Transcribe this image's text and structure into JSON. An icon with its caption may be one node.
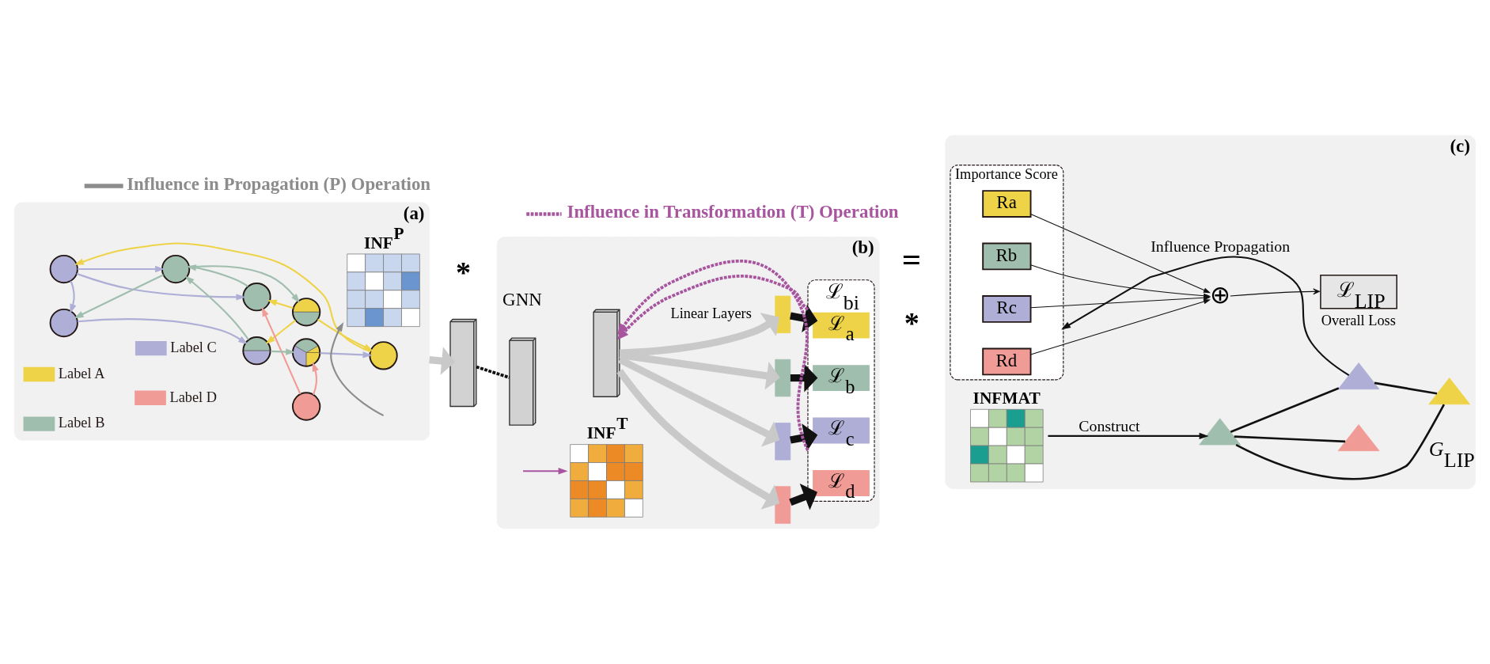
{
  "diagram": {
    "nodes": [
      {
        "text": [
          "(a)"
        ]
      },
      {
        "text": [],
        "shape": "circle",
        "in": 0
      },
      {
        "text": [],
        "shape": "circle",
        "in": 0
      },
      {
        "text": [],
        "shape": "circle",
        "in": 0
      },
      {
        "text": [],
        "shape": "circle",
        "in": 0
      },
      {
        "text": [],
        "shape": "circle",
        "in": 0
      },
      {
        "text": [],
        "shape": "circle",
        "in": 0
      },
      {
        "text": [],
        "shape": "circle",
        "in": 0
      },
      {
        "text": [],
        "shape": "circle",
        "in": 0
      },
      {
        "text": [],
        "shape": "circle",
        "in": 0
      },
      {
        "text": [
          "INF$^{P}$"
        ],
        "in": 0
      },
      {
        "text": [],
        "shape": "box"
      },
      {
        "text": [
          "(b)"
        ]
      },
      {
        "text": [],
        "shape": "box",
        "in": 12
      },
      {
        "text": [],
        "shape": "box",
        "in": 12
      },
      {
        "text": [],
        "shape": "bar",
        "in": 12
      },
      {
        "text": [],
        "shape": "bar",
        "in": 12
      },
      {
        "text": [],
        "shape": "bar",
        "in": 12
      },
      {
        "text": [],
        "shape": "bar",
        "in": 12
      },
      {
        "text": [
          "ℒ$_{bi}$"
        ],
        "in": 12
      },
      {
        "text": [
          "ℒ$_{a}$"
        ],
        "in": 19
      },
      {
        "text": [
          "ℒ$_{b}$"
        ],
        "in": 19
      },
      {
        "text": [
          "ℒ$_{c}$"
        ],
        "in": 19
      },
      {
        "text": [
          "ℒ$_{d}$"
        ],
        "in": 19
      },
      {
        "text": [
          "INF$^{T}$"
        ],
        "in": 12
      },
      {
        "text": [
          "(c)"
        ]
      },
      {
        "text": [
          "Importance Score"
        ],
        "in": 25
      },
      {
        "text": [
          "Ra"
        ],
        "in": 26
      },
      {
        "text": [
          "Rb"
        ],
        "in": 26
      },
      {
        "text": [
          "Rc"
        ],
        "in": 26
      },
      {
        "text": [
          "Rd"
        ],
        "in": 26
      },
      {
        "text": [
          "⊕"
        ],
        "in": 25
      },
      {
        "text": [
          "ℒ$_{LIP}$"
        ],
        "beside": [
          "Overall Loss"
        ],
        "in": 25
      },
      {
        "text": [
          "INFMAT"
        ],
        "in": 25
      },
      {
        "text": [],
        "shape": "triangle",
        "in": 25
      },
      {
        "text": [],
        "shape": "triangle",
        "in": 25
      },
      {
        "text": [],
        "shape": "triangle",
        "in": 25
      },
      {
        "text": [],
        "shape": "triangle",
        "in": 25
      }
    ],
    "edges": [
      {
        "from": 2,
        "to": 1,
        "arrow": "to",
        "color": "#aeaed6"
      },
      {
        "from": 3,
        "to": 1,
        "arrow": "to",
        "color": "#eed349"
      },
      {
        "from": 1,
        "to": 4,
        "arrow": "to",
        "color": "#a0beae"
      },
      {
        "from": 6,
        "to": 1,
        "arrow": "to",
        "color": "#f19b96"
      },
      {
        "from": 5,
        "to": 2,
        "arrow": "to",
        "color": "#eed349"
      },
      {
        "from": 2,
        "to": 4,
        "arrow": "to",
        "color": "#aeaed6"
      },
      {
        "from": 2,
        "to": 7,
        "arrow": "to",
        "color": "#aeaed6"
      },
      {
        "from": 4,
        "to": 3,
        "arrow": "to",
        "color": "#a0beae"
      },
      {
        "from": 3,
        "to": 5,
        "arrow": "to",
        "color": "#eed349"
      },
      {
        "from": 3,
        "to": 8,
        "arrow": "to",
        "color": "#eed349"
      },
      {
        "from": 4,
        "to": 7,
        "arrow": "to",
        "color": "#a0beae"
      },
      {
        "from": 8,
        "to": 4,
        "arrow": "to",
        "color": "#a0beae"
      },
      {
        "from": 7,
        "to": 8,
        "arrow": "to",
        "color": "#aeaed6"
      },
      {
        "from": 8,
        "to": 9,
        "arrow": "to",
        "color": "#a0beae"
      },
      {
        "from": 6,
        "to": 9,
        "arrow": "to",
        "color": "#f19b96"
      },
      {
        "from": 9,
        "to": 5,
        "arrow": "to",
        "color": "#aeaed6"
      },
      {
        "from": 0,
        "to": 11,
        "arrow": "to",
        "style": "thick",
        "color": "#c8c9c8"
      },
      {
        "from": 11,
        "to": 13,
        "arrow": "none",
        "style": "dashed"
      },
      {
        "from": null,
        "to": 10,
        "arrow": "to",
        "color": "#8c8c8c"
      },
      {
        "from": 14,
        "to": 15,
        "arrow": "to",
        "style": "thick",
        "color": "#c8c9c8"
      },
      {
        "from": 14,
        "to": 16,
        "arrow": "to",
        "style": "thick",
        "color": "#c8c9c8"
      },
      {
        "from": 14,
        "to": 17,
        "arrow": "to",
        "style": "thick",
        "color": "#c8c9c8"
      },
      {
        "from": 14,
        "to": 18,
        "arrow": "to",
        "style": "thick",
        "color": "#c8c9c8"
      },
      {
        "from": 15,
        "to": 20,
        "arrow": "to",
        "style": "thick"
      },
      {
        "from": 16,
        "to": 21,
        "arrow": "to",
        "style": "thick"
      },
      {
        "from": 17,
        "to": 22,
        "arrow": "to",
        "style": "thick"
      },
      {
        "from": 18,
        "to": 23,
        "arrow": "to",
        "style": "thick"
      },
      {
        "from": 19,
        "to": 14,
        "arrow": "to",
        "style": "dashed",
        "color": "#a855a0"
      },
      {
        "from": 19,
        "to": 14,
        "arrow": "to",
        "style": "dashed",
        "color": "#a855a0"
      },
      {
        "from": null,
        "to": 24,
        "arrow": "to",
        "color": "#a855a0"
      },
      {
        "from": 27,
        "to": 31,
        "arrow": "to"
      },
      {
        "from": 28,
        "to": 31,
        "arrow": "to"
      },
      {
        "from": 29,
        "to": 31,
        "arrow": "to"
      },
      {
        "from": 30,
        "to": 31,
        "arrow": "to"
      },
      {
        "from": 31,
        "to": 32,
        "arrow": "to"
      },
      {
        "from": 33,
        "to": 36,
        "arrow": "to",
        "label": "Construct"
      },
      {
        "from": 34,
        "to": 26,
        "arrow": "to",
        "label": "Influence Propagation"
      },
      {
        "from": 36,
        "to": 34,
        "arrow": "none"
      },
      {
        "from": 34,
        "to": 35,
        "arrow": "none"
      },
      {
        "from": 36,
        "to": 35,
        "arrow": "none"
      },
      {
        "from": 36,
        "to": 37,
        "arrow": "none"
      }
    ],
    "labels": [
      "GNN",
      "Linear Layers",
      "*",
      "*",
      "=",
      "*G*$_{LIP}$"
    ],
    "legend": [
      {
        "text": "Influence in Propagation (P) Operation"
      },
      {
        "text": "Influence in Transformation (T) Operation"
      },
      {
        "text": "Label A",
        "color": "#eed349"
      },
      {
        "text": "Label C",
        "color": "#aeaed6"
      },
      {
        "text": "Label B",
        "color": "#a0beae"
      },
      {
        "text": "Label D",
        "color": "#f19b96"
      }
    ]
  }
}
